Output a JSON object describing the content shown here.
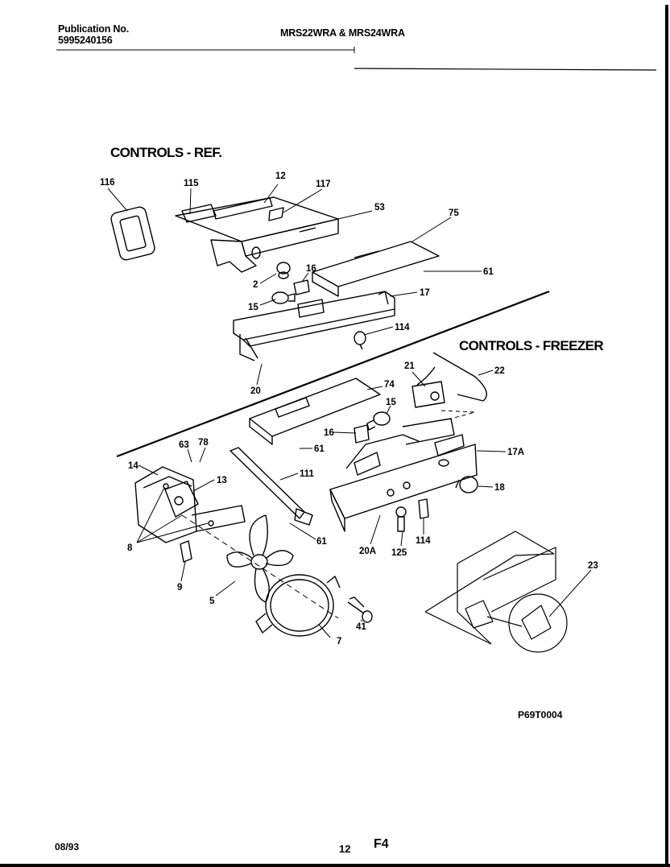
{
  "header": {
    "publication_label": "Publication No.",
    "publication_number": "5995240156",
    "model_title": "MRS22WRA & MRS24WRA"
  },
  "sections": {
    "ref_title": "CONTROLS - REF.",
    "freezer_title": "CONTROLS - FREEZER"
  },
  "callouts": [
    "116",
    "115",
    "12",
    "117",
    "53",
    "75",
    "61",
    "2",
    "16",
    "15",
    "17",
    "114",
    "20",
    "21",
    "22",
    "74",
    "15",
    "61",
    "16",
    "17A",
    "18",
    "63",
    "78",
    "14",
    "13",
    "111",
    "8",
    "61",
    "20A",
    "125",
    "114",
    "9",
    "5",
    "41",
    "7",
    "23"
  ],
  "footer": {
    "date": "08/93",
    "page_number": "12",
    "figure_code": "F4",
    "drawing_number": "P69T0004"
  }
}
